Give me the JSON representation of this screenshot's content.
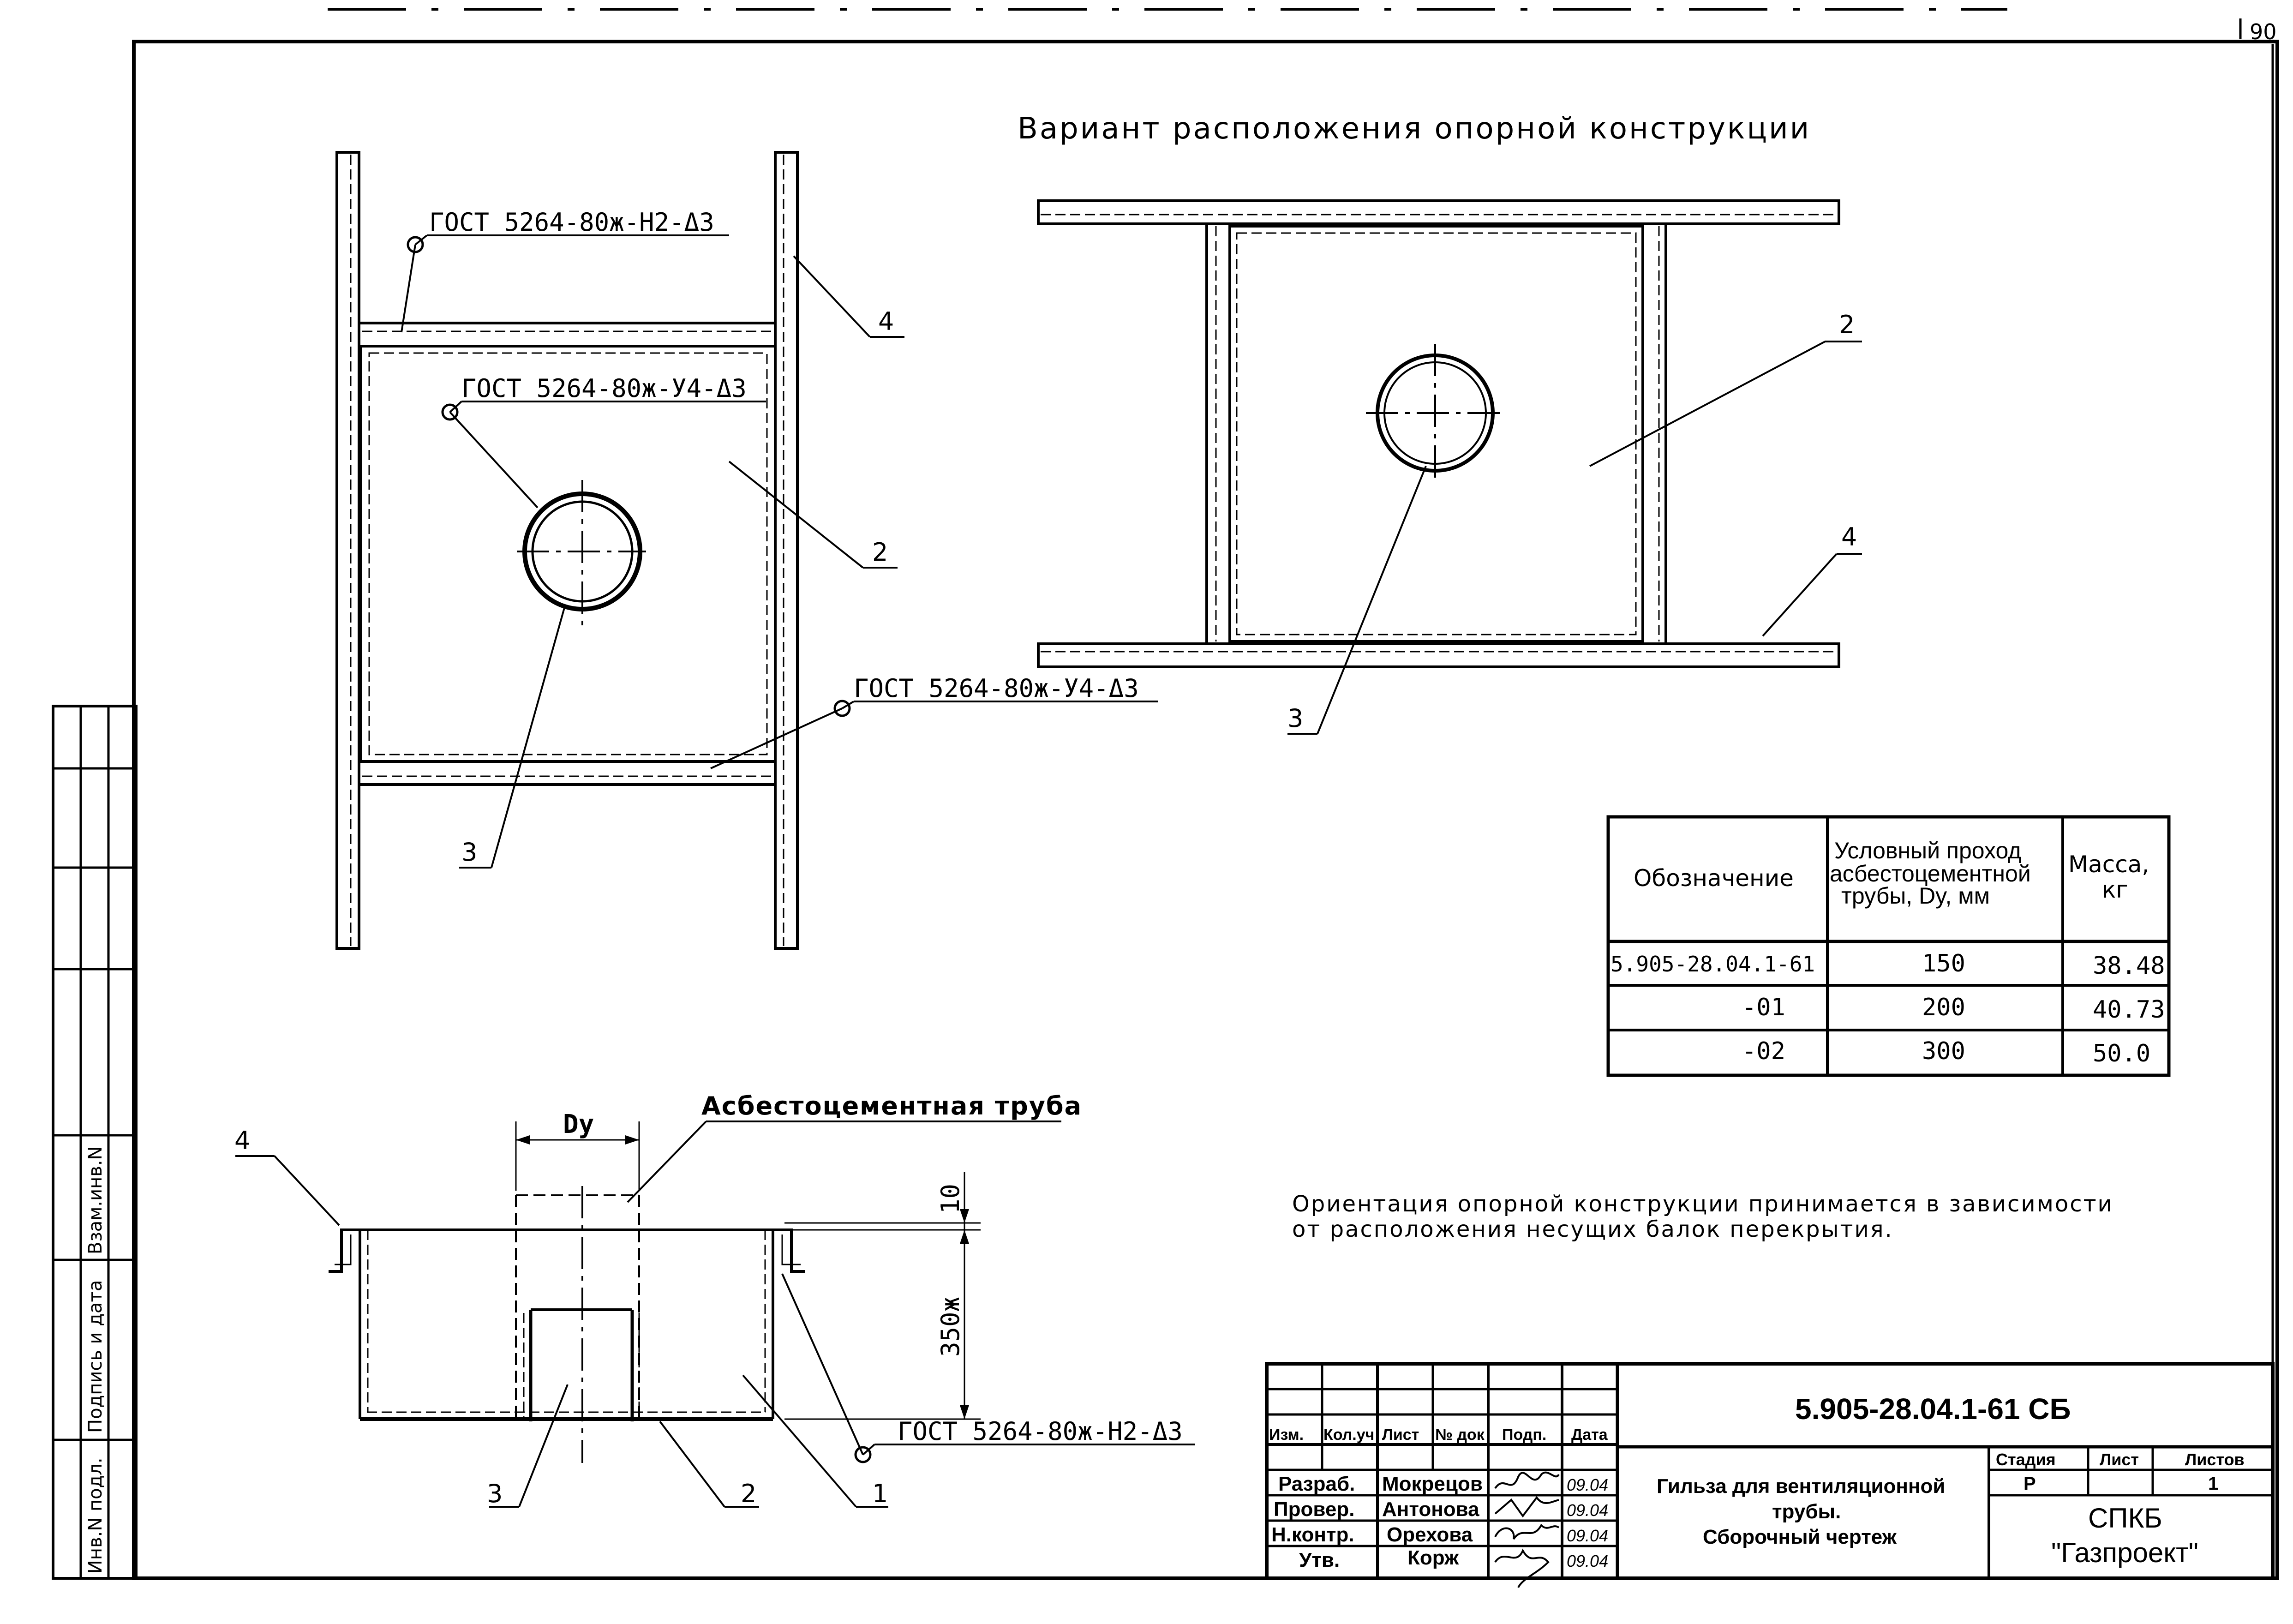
{
  "sheet_number": "90",
  "title": "Вариант расположения опорной конструкции",
  "welds": {
    "top_upper": "ГОСТ 5264-80ж-Н2-Δ3",
    "top_plate": "ГОСТ 5264-80ж-У4-Δ3",
    "top_lower": "ГОСТ 5264-80ж-У4-Δ3",
    "section": "ГОСТ 5264-80ж-Н2-Δ3"
  },
  "callouts": {
    "n1": "1",
    "n2": "2",
    "n3": "3",
    "n4": "4"
  },
  "section": {
    "dim_dy": "Dy",
    "pipe_label": "Асбестоцементная труба",
    "dim_10": "10",
    "dim_350": "350ж"
  },
  "note": {
    "line1": "Ориентация опорной конструкции принимается в зависимости",
    "line2": "от расположения несущих балок перекрытия."
  },
  "table": {
    "headers": {
      "designation": "Обозначение",
      "dy_line1": "Условный проход",
      "dy_line2": "асбестоцементной",
      "dy_line3": "трубы, Dy, мм",
      "mass_line1": "Масса,",
      "mass_line2": "кг"
    },
    "rows": [
      {
        "designation": "5.905-28.04.1-61",
        "dy": "150",
        "mass": "38.48"
      },
      {
        "designation": "-01",
        "dy": "200",
        "mass": "40.73"
      },
      {
        "designation": "-02",
        "dy": "300",
        "mass": "50.0"
      }
    ]
  },
  "side_stamp": {
    "inv_podl": "Инв.N подл.",
    "podpis": "Подпись и дата",
    "vzam": "Взам.инв.N"
  },
  "title_block": {
    "doc_code": "5.905-28.04.1-61 СБ",
    "col_headers": {
      "izm": "Изм.",
      "kolych": "Кол.уч",
      "list": "Лист",
      "ndok": "№ док",
      "podp": "Подп.",
      "data": "Дата"
    },
    "roles": [
      {
        "role": "Разраб.",
        "name": "Мокрецов",
        "date": "09.04"
      },
      {
        "role": "Провер.",
        "name": "Антонова",
        "date": "09.04"
      },
      {
        "role": "Н.контр.",
        "name": "Орехова",
        "date": "09.04"
      },
      {
        "role": "Утв.",
        "name": "Корж",
        "date": "09.04"
      }
    ],
    "doc_title": {
      "line1": "Гильза для вентиляционной",
      "line2": "трубы.",
      "line3": "Сборочный чертеж"
    },
    "stage_headers": {
      "stadia": "Стадия",
      "list": "Лист",
      "listov": "Листов"
    },
    "stage": "Р",
    "listov": "1",
    "org": {
      "line1": "СПКБ",
      "line2": "\"Газпроект\""
    }
  }
}
